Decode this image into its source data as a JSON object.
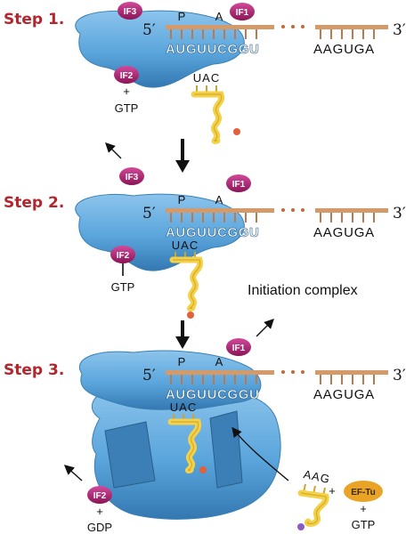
{
  "steps": {
    "step1": {
      "label": "Step 1.",
      "five_prime": "5′",
      "three_prime": "3′",
      "site_p": "P",
      "site_a": "A",
      "codon_seq": "AUGUUCGGU",
      "tail_seq": "AAGUGA",
      "anticodon": "UAC",
      "factors": {
        "if3": "IF3",
        "if1": "IF1",
        "if2": "IF2"
      },
      "plus": "+",
      "gtp": "GTP"
    },
    "step2": {
      "label": "Step 2.",
      "five_prime": "5′",
      "three_prime": "3′",
      "site_p": "P",
      "site_a": "A",
      "codon_seq": "AUGUUCGGU",
      "tail_seq": "AAGUGA",
      "anticodon": "UAC",
      "factors": {
        "if3": "IF3",
        "if1": "IF1",
        "if2": "IF2"
      },
      "gtp": "GTP",
      "initiation_complex": "Initiation complex"
    },
    "step3": {
      "label": "Step 3.",
      "five_prime": "5′",
      "three_prime": "3′",
      "site_p": "P",
      "site_a": "A",
      "codon_seq": "AUGUUCGGU",
      "tail_seq": "AAGUGA",
      "anticodon": "UAC",
      "incoming_anticodon": "AAG",
      "factors": {
        "if1": "IF1",
        "if2": "IF2",
        "ef_tu": "EF-Tu"
      },
      "plus": "+",
      "plus2": "+",
      "plus3": "+",
      "gdp": "GDP",
      "gtp": "GTP"
    }
  },
  "colors": {
    "ribosome": "#5aa5dc",
    "ribosome_dark": "#2f6fa3",
    "mrna": "#d49a6a",
    "factor": "#b0226e",
    "trna": "#f3d24a",
    "step_label": "#b3262d",
    "ef_tu": "#e9a326"
  }
}
